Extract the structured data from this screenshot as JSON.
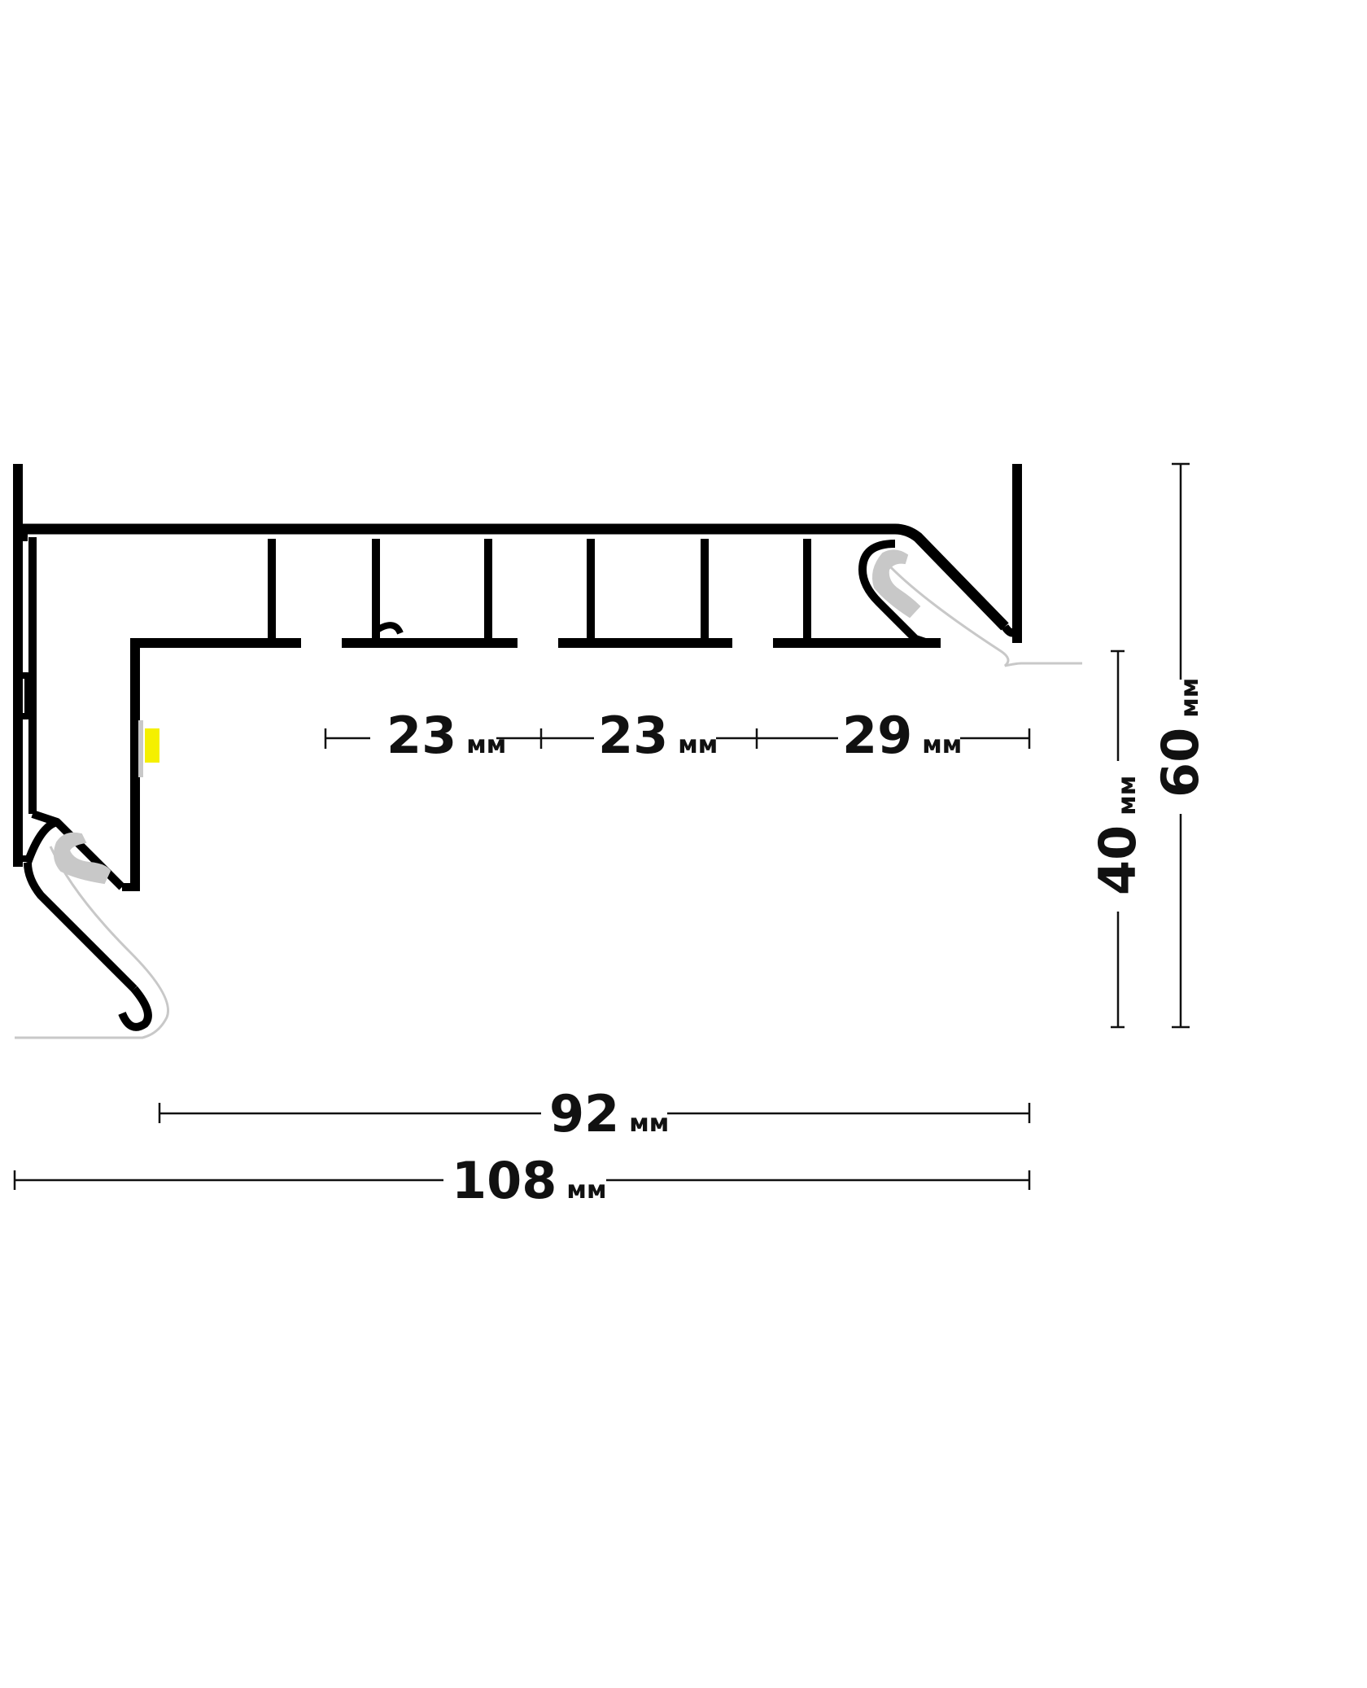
{
  "profile": {
    "colors": {
      "profile": "#000000",
      "diffuser": "#c8c8c8",
      "led_strip": "#f5f000",
      "dimension_line": "#111111"
    }
  },
  "dimensions": {
    "seg1": {
      "value": "23",
      "unit": "мм"
    },
    "seg2": {
      "value": "23",
      "unit": "мм"
    },
    "seg3": {
      "value": "29",
      "unit": "мм"
    },
    "height_inner": {
      "value": "40",
      "unit": "мм"
    },
    "height_total": {
      "value": "60",
      "unit": "мм"
    },
    "width_inner": {
      "value": "92",
      "unit": "мм"
    },
    "width_total": {
      "value": "108",
      "unit": "мм"
    }
  }
}
